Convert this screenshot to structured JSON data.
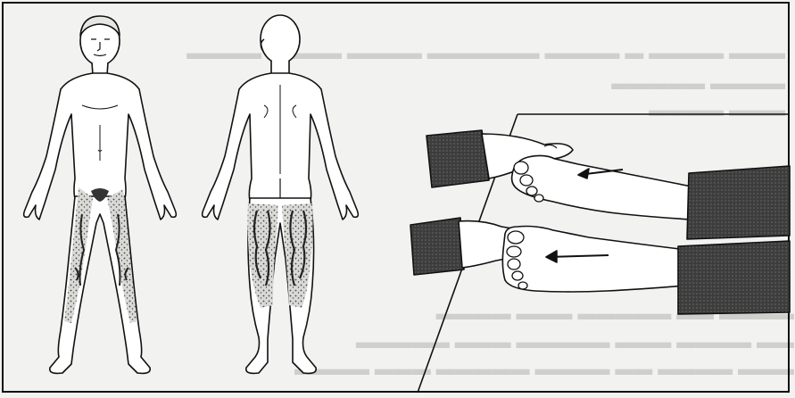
{
  "figure": {
    "panels": [
      "body-front-view",
      "body-back-view",
      "feet-massage-view"
    ],
    "colors": {
      "paper": "#f2f2f0",
      "ink": "#111111",
      "sleeve": "#3a3a3a",
      "stipple": "#555555"
    }
  }
}
